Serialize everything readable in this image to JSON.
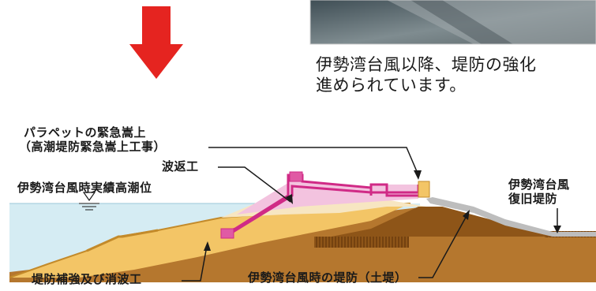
{
  "caption": {
    "line1": "伊勢湾台風以降、堤防の強化",
    "line2": "進められています。"
  },
  "labels": {
    "parapet_title": "パラペットの緊急嵩上",
    "parapet_sub": "（高潮堤防緊急嵩上工事）",
    "wave_return": "波返工",
    "high_tide_level": "伊勢湾台風時実績高潮位",
    "restored_line1": "伊勢湾台風",
    "restored_line2": "復旧堤防",
    "reinforcement": "堤防補強及び消波工",
    "levee_at_typhoon": "伊勢湾台風時の堤防（土堤）"
  },
  "colors": {
    "arrow": "#e52420",
    "water": "#d5ecf3",
    "ground": "#b5772e",
    "ground_dark": "#8e5518",
    "fill_yellow": "#f3c566",
    "fill_light": "#f7e6c2",
    "parapet_pink": "#f3c3df",
    "parapet_line": "#d02a86",
    "concrete": "#bdbdbd",
    "text": "#1a1a1a"
  }
}
